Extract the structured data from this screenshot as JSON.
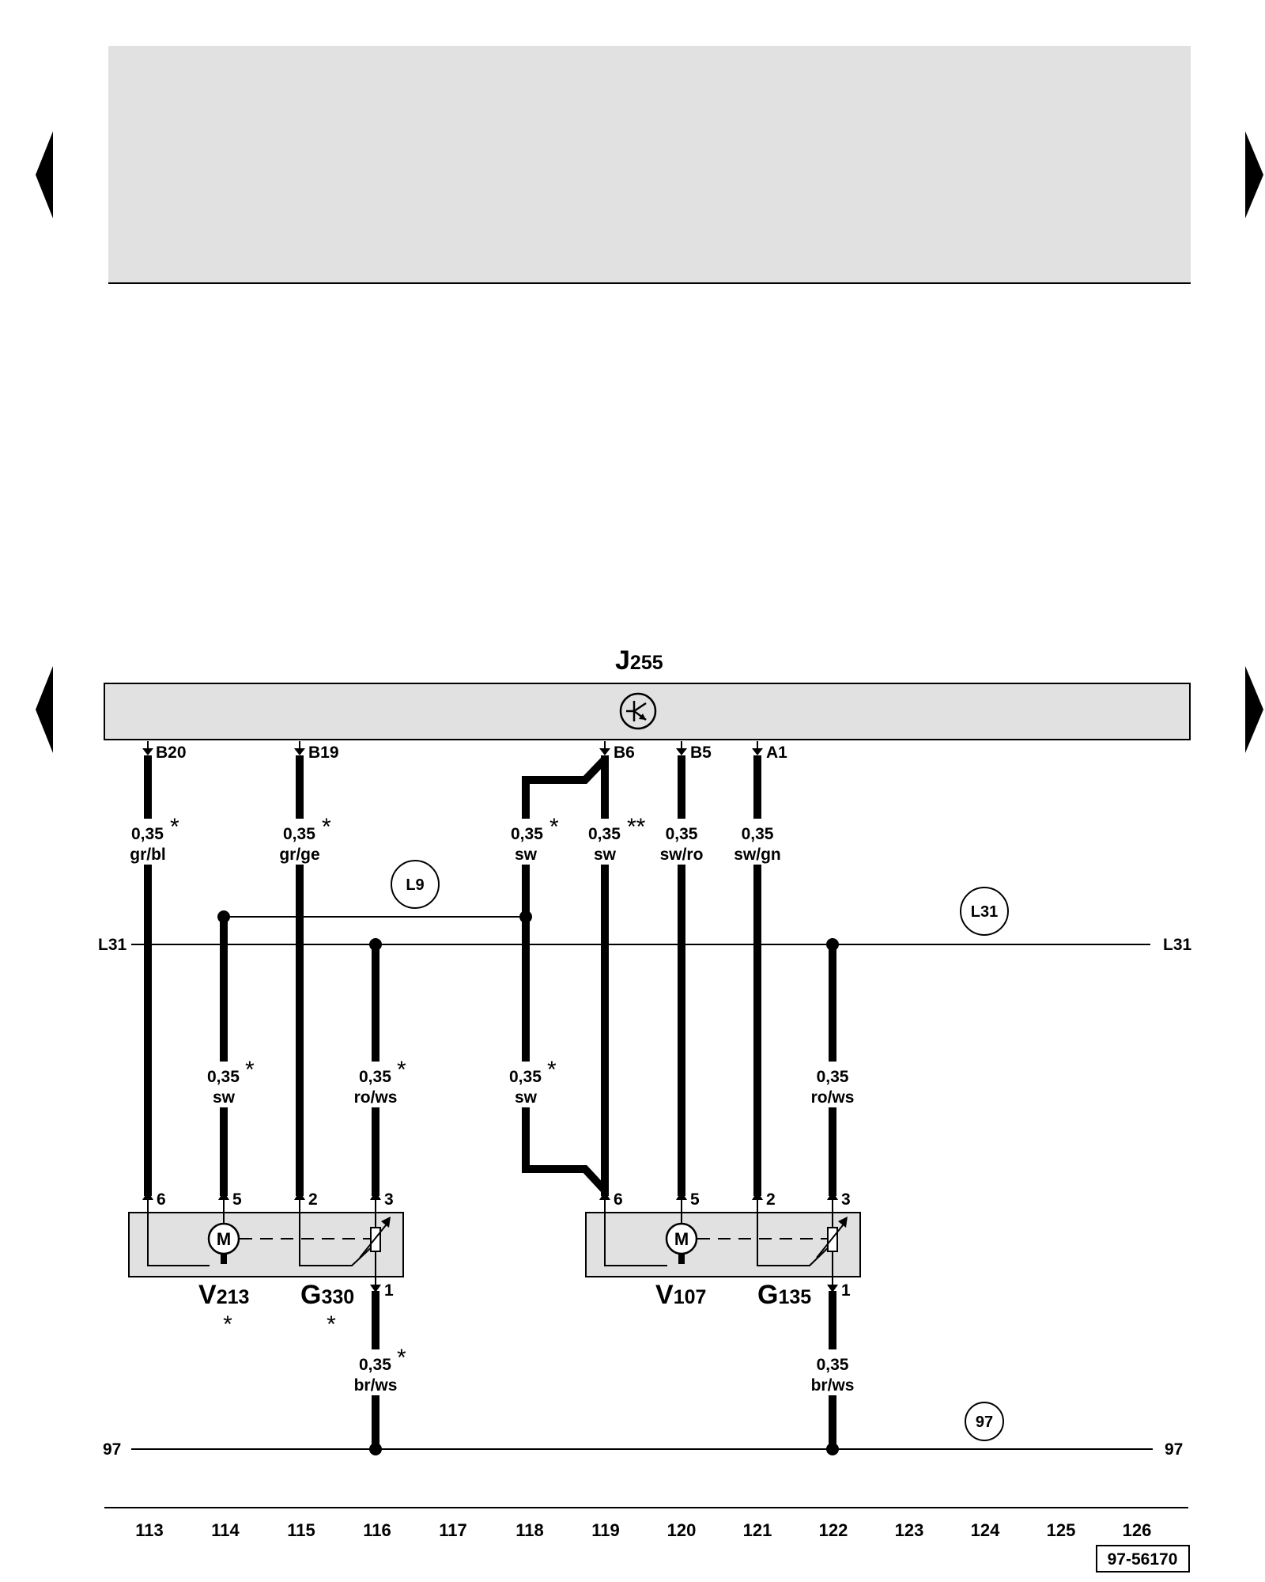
{
  "nav": {
    "prev_icon": "triangle-left-icon",
    "next_icon": "triangle-right-icon"
  },
  "control_unit": {
    "letter": "J",
    "number": "255",
    "icon": "climatronic-icon",
    "pins": [
      "B20",
      "B19",
      "B6",
      "B5",
      "A1"
    ]
  },
  "wires_top": [
    {
      "size": "0,35",
      "mark": "*",
      "color": "gr/bl"
    },
    {
      "size": "0,35",
      "mark": "*",
      "color": "gr/ge"
    },
    {
      "size": "0,35",
      "mark": "*",
      "color": "sw"
    },
    {
      "size": "0,35",
      "mark": "**",
      "color": "sw"
    },
    {
      "size": "0,35",
      "mark": "",
      "color": "sw/ro"
    },
    {
      "size": "0,35",
      "mark": "",
      "color": "sw/gn"
    }
  ],
  "wires_mid": [
    {
      "size": "0,35",
      "mark": "*",
      "color": "sw"
    },
    {
      "size": "0,35",
      "mark": "*",
      "color": "ro/ws"
    },
    {
      "size": "0,35",
      "mark": "*",
      "color": "sw"
    },
    {
      "size": "0,35",
      "mark": "",
      "color": "ro/ws"
    }
  ],
  "wires_bottom": [
    {
      "size": "0,35",
      "mark": "*",
      "color": "br/ws"
    },
    {
      "size": "0,35",
      "mark": "",
      "color": "br/ws"
    }
  ],
  "connections": {
    "L9": "L9",
    "L31_circle": "L31",
    "L31_left": "L31",
    "L31_right": "L31",
    "c97_circle": "97",
    "c97_left": "97",
    "c97_right": "97"
  },
  "components": {
    "left_pins": [
      "6",
      "5",
      "2",
      "3"
    ],
    "left_out_pin": "1",
    "right_pins": [
      "6",
      "5",
      "2",
      "3"
    ],
    "right_out_pin": "1",
    "motor_symbol": "M",
    "v213": {
      "letter": "V",
      "number": "213",
      "mark": "*"
    },
    "g330": {
      "letter": "G",
      "number": "330",
      "mark": "*"
    },
    "v107": {
      "letter": "V",
      "number": "107"
    },
    "g135": {
      "letter": "G",
      "number": "135"
    }
  },
  "columns": [
    "113",
    "114",
    "115",
    "116",
    "117",
    "118",
    "119",
    "120",
    "121",
    "122",
    "123",
    "124",
    "125",
    "126"
  ],
  "figure_id": "97-56170",
  "colors": {
    "panel": "#e1e1e1",
    "line": "#000000"
  }
}
